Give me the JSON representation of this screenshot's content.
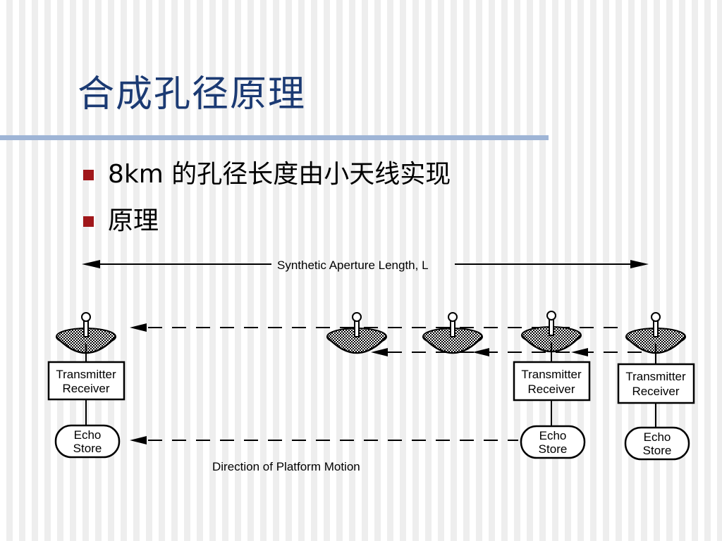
{
  "title": "合成孔径原理",
  "bullets": [
    "8km 的孔径长度由小天线实现",
    "原理"
  ],
  "diagram": {
    "aperture_label": "Synthetic Aperture Length, L",
    "motion_label": "Direction of Platform Motion",
    "transmitter_label_line1": "Transmitter",
    "transmitter_label_line2": "Receiver",
    "echo_label_line1": "Echo",
    "echo_label_line2": "Store"
  },
  "colors": {
    "title": "#1b3a73",
    "rule": "#9fb5d6",
    "bullet": "#a0171a"
  }
}
